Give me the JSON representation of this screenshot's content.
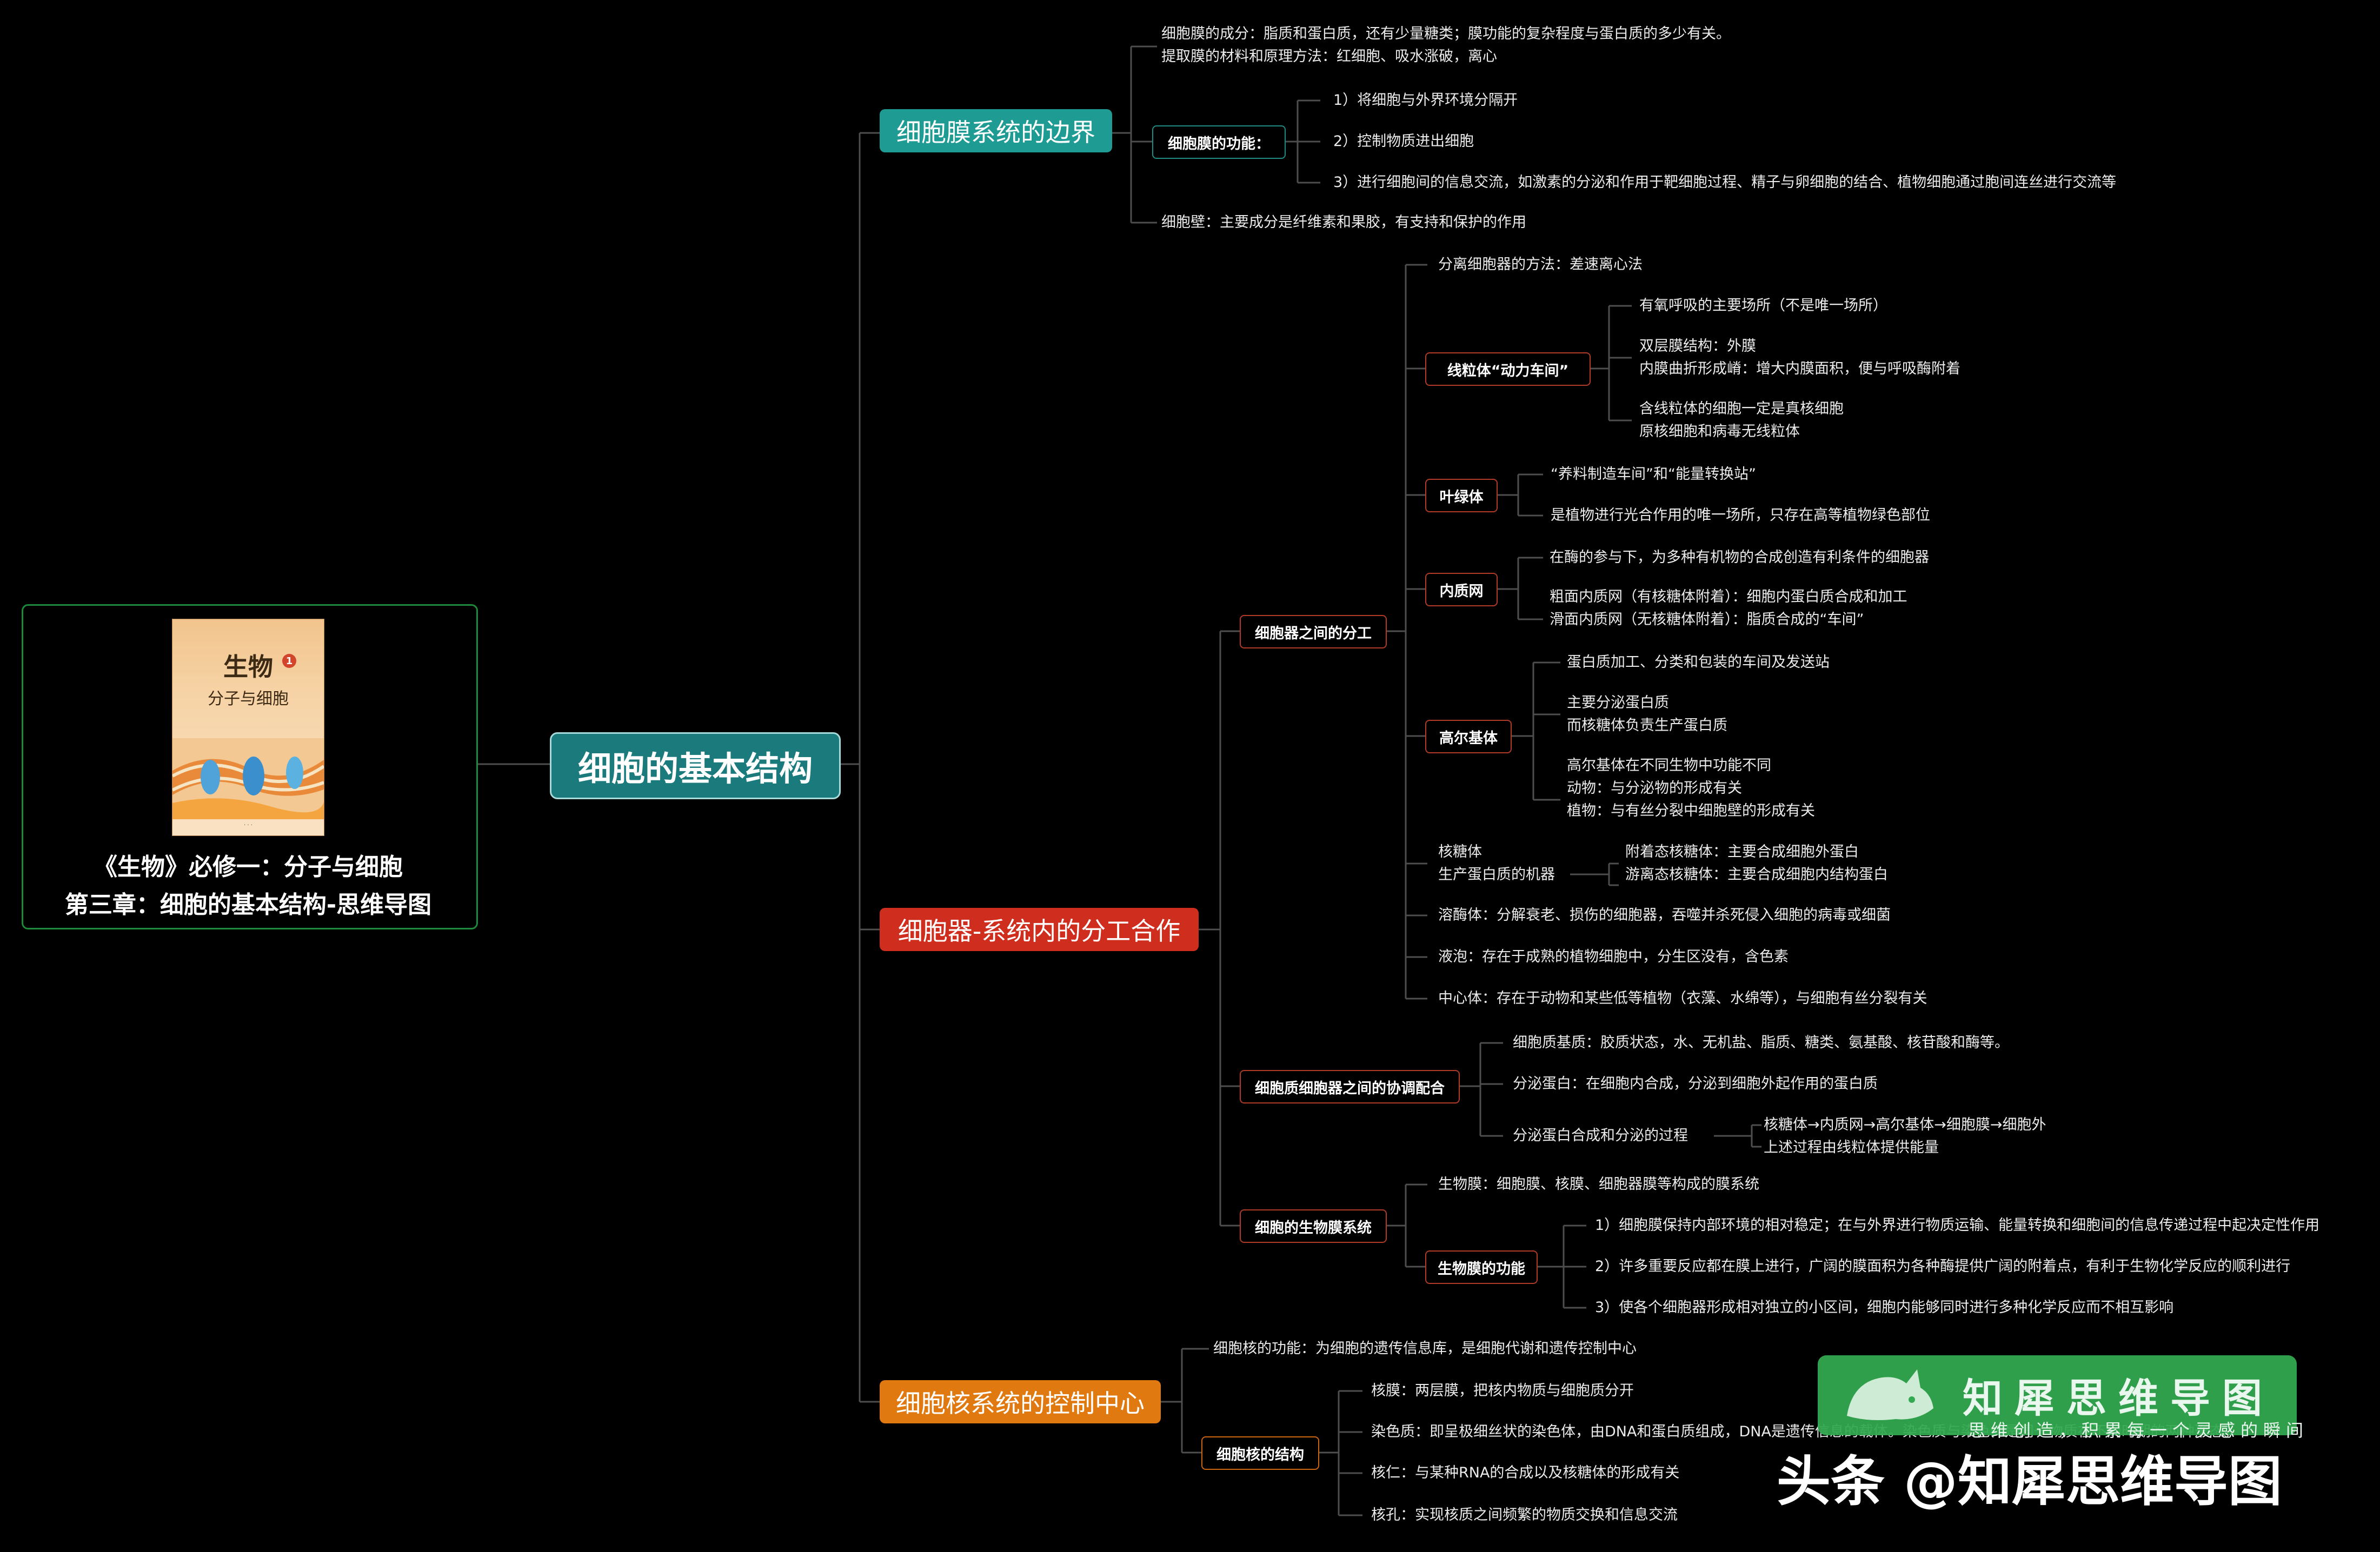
{
  "cover": {
    "book_title": "生物",
    "book_volume": "1",
    "book_subtitle": "分子与细胞",
    "title_line1": "《生物》必修一：分子与细胞",
    "title_line2": "第三章：细胞的基本结构-思维导图"
  },
  "root": "细胞的基本结构",
  "branch1": {
    "title": "细胞膜系统的边界",
    "leaf1": "细胞膜的成分：脂质和蛋白质，还有少量糖类；膜功能的复杂程度与蛋白质的多少有关。",
    "leaf2": "提取膜的材料和原理方法：红细胞、吸水涨破，离心",
    "function_box": "细胞膜的功能：",
    "func1": "1）将细胞与外界环境分隔开",
    "func2": "2）控制物质进出细胞",
    "func3": "3）进行细胞间的信息交流，如激素的分泌和作用于靶细胞过程、精子与卵细胞的结合、植物细胞通过胞间连丝进行交流等",
    "leaf3": "细胞壁：主要成分是纤维素和果胶，有支持和保护的作用"
  },
  "branch2": {
    "title": "细胞器-系统内的分工合作",
    "sub1": {
      "box": "细胞器之间的分工",
      "method": "分离细胞器的方法：差速离心法",
      "mito": {
        "box": "线粒体“动力车间”",
        "a": "有氧呼吸的主要场所（不是唯一场所）",
        "b1": "双层膜结构：外膜",
        "b2": "内膜曲折形成嵴：增大内膜面积，便与呼吸酶附着",
        "c1": "含线粒体的细胞一定是真核细胞",
        "c2": "原核细胞和病毒无线粒体"
      },
      "chloro": {
        "box": "叶绿体",
        "a": "“养料制造车间”和“能量转换站”",
        "b": "是植物进行光合作用的唯一场所，只存在高等植物绿色部位"
      },
      "er": {
        "box": "内质网",
        "a": "在酶的参与下，为多种有机物的合成创造有利条件的细胞器",
        "b1": "粗面内质网（有核糖体附着）：细胞内蛋白质合成和加工",
        "b2": "滑面内质网（无核糖体附着）：脂质合成的“车间”"
      },
      "golgi": {
        "box": "高尔基体",
        "a": "蛋白质加工、分类和包装的车间及发送站",
        "b1": "主要分泌蛋白质",
        "b2": "而核糖体负责生产蛋白质",
        "c1": "高尔基体在不同生物中功能不同",
        "c2": "动物：与分泌物的形成有关",
        "c3": "植物：与有丝分裂中细胞壁的形成有关"
      },
      "ribo": {
        "l1": "核糖体",
        "l2": "生产蛋白质的机器",
        "r1": "附着态核糖体：主要合成细胞外蛋白",
        "r2": "游离态核糖体：主要合成细胞内结构蛋白"
      },
      "lyso": "溶酶体：分解衰老、损伤的细胞器，吞噬并杀死侵入细胞的病毒或细菌",
      "vacuole": "液泡：存在于成熟的植物细胞中，分生区没有，含色素",
      "centro": "中心体：存在于动物和某些低等植物（衣藻、水绵等），与细胞有丝分裂有关"
    },
    "sub2": {
      "box": "细胞质细胞器之间的协调配合",
      "matrix": "细胞质基质：胶质状态，水、无机盐、脂质、糖类、氨基酸、核苷酸和酶等。",
      "secreted": "分泌蛋白：在细胞内合成，分泌到细胞外起作用的蛋白质",
      "process": "分泌蛋白合成和分泌的过程",
      "process_r1": "核糖体→内质网→高尔基体→细胞膜→细胞外",
      "process_r2": "上述过程由线粒体提供能量"
    },
    "sub3": {
      "box": "细胞的生物膜系统",
      "def": "生物膜：细胞膜、核膜、细胞器膜等构成的膜系统",
      "func_box": "生物膜的功能",
      "f1": "1）细胞膜保持内部环境的相对稳定；在与外界进行物质运输、能量转换和细胞间的信息传递过程中起决定性作用",
      "f2": "2）许多重要反应都在膜上进行，广阔的膜面积为各种酶提供广阔的附着点，有利于生物化学反应的顺利进行",
      "f3": "3）使各个细胞器形成相对独立的小区间，细胞内能够同时进行多种化学反应而不相互影响"
    }
  },
  "branch3": {
    "title": "细胞核系统的控制中心",
    "function": "细胞核的功能：为细胞的遗传信息库，是细胞代谢和遗传控制中心",
    "struct_box": "细胞核的结构",
    "s1": "核膜：两层膜，把核内物质与细胞质分开",
    "s2": "染色质：即呈极细丝状的染色体，由DNA和蛋白质组成，DNA是遗传信息的载体。染色质与染色体是同一物质在不同时期的两种形态。",
    "s3": "核仁：与某种RNA的合成以及核糖体的形成有关",
    "s4": "核孔：实现核质之间频繁的物质交换和信息交流"
  },
  "watermark": {
    "name": "知犀思维导图",
    "slogan": "思维创造，积累每一个灵感的瞬间",
    "footer": "头条 @知犀思维导图"
  },
  "colors": {
    "background": "#000000",
    "root_fill": "#1a7a7c",
    "branch_teal": "#1e9b93",
    "branch_red": "#cf2d1d",
    "branch_orange": "#e07a10",
    "box_border": "#b23b27",
    "cover_border": "#1c8a3a",
    "watermark_green": "#33a951"
  }
}
